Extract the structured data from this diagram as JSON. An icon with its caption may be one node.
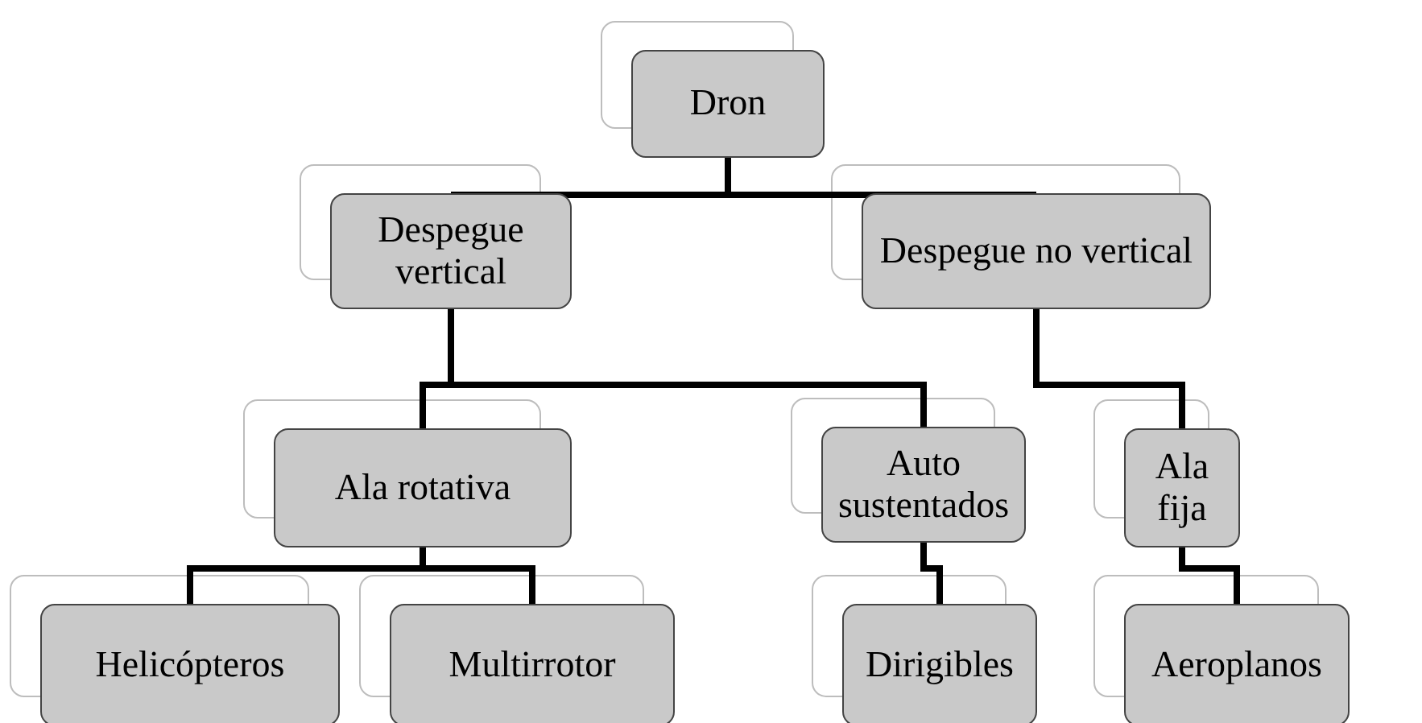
{
  "diagram": {
    "nodes": [
      {
        "text": [
          "Dron"
        ]
      },
      {
        "text": [
          "Despegue vertical"
        ]
      },
      {
        "text": [
          "Despegue no vertical"
        ]
      },
      {
        "text": [
          "Ala rotativa"
        ]
      },
      {
        "text": [
          "Auto sustentados"
        ]
      },
      {
        "text": [
          "Ala fija"
        ]
      },
      {
        "text": [
          "Helicópteros"
        ]
      },
      {
        "text": [
          "Multirrotor"
        ]
      },
      {
        "text": [
          "Dirigibles"
        ]
      },
      {
        "text": [
          "Aeroplanos"
        ]
      }
    ],
    "edges": [
      {
        "from": 0,
        "to": 1,
        "arrow": "none"
      },
      {
        "from": 0,
        "to": 2,
        "arrow": "none"
      },
      {
        "from": 1,
        "to": 3,
        "arrow": "none"
      },
      {
        "from": 1,
        "to": 4,
        "arrow": "none"
      },
      {
        "from": 2,
        "to": 5,
        "arrow": "none"
      },
      {
        "from": 3,
        "to": 6,
        "arrow": "none"
      },
      {
        "from": 3,
        "to": 7,
        "arrow": "none"
      },
      {
        "from": 4,
        "to": 8,
        "arrow": "none"
      },
      {
        "from": 5,
        "to": 9,
        "arrow": "none"
      }
    ]
  }
}
